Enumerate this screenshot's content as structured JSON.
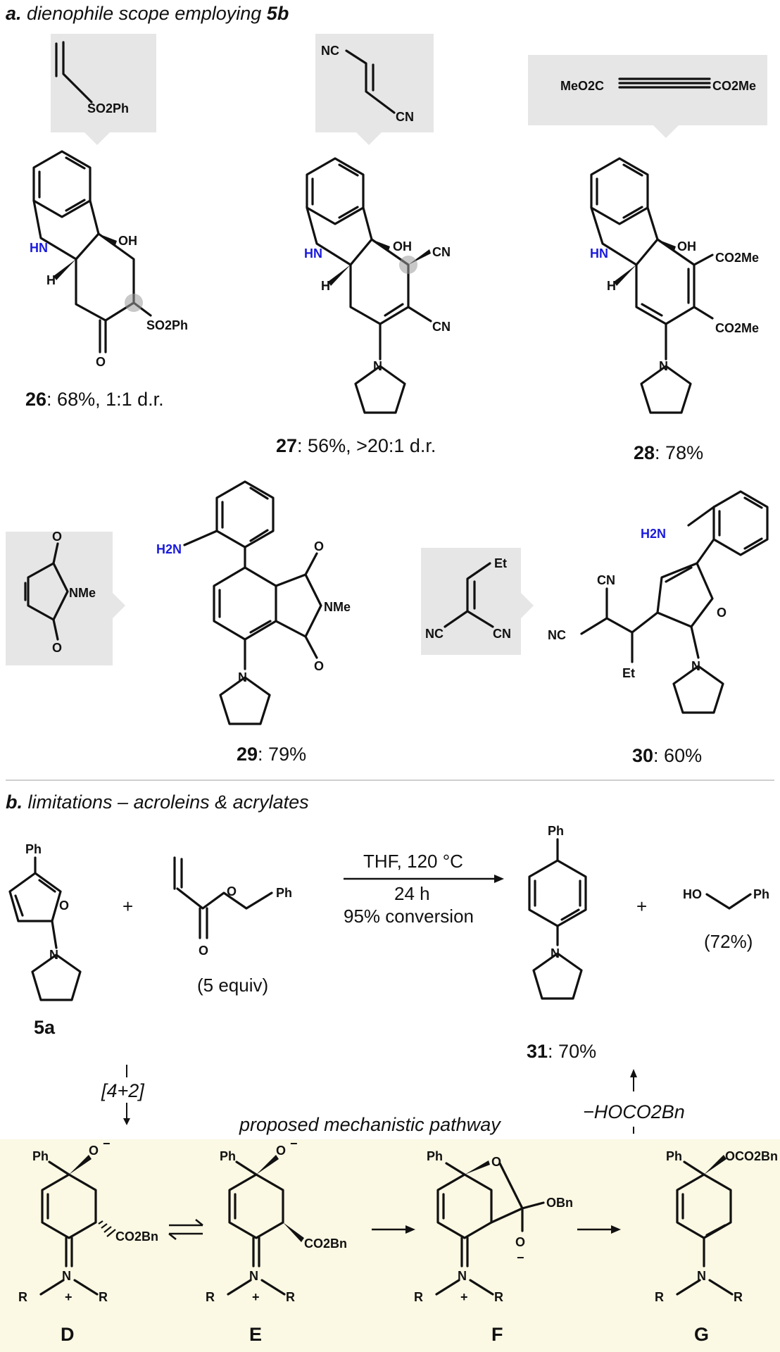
{
  "sections": {
    "a_letter": "a.",
    "a_title": "dienophile scope employing",
    "a_bold": "5b",
    "b_letter": "b.",
    "b_title": "limitations – acroleins & acrylates"
  },
  "reagents": {
    "vinylsulfone": "SO2Ph",
    "fumaronitrile_nc": "NC",
    "fumaronitrile_cn": "CN",
    "dmad_left": "MeO2C",
    "dmad_right": "CO2Me",
    "maleimide": "NMe",
    "ylidene_et": "Et",
    "ylidene_nc": "NC",
    "ylidene_cn": "CN"
  },
  "products": [
    {
      "id": "26",
      "result": ": 68%, 1:1 d.r."
    },
    {
      "id": "27",
      "result": ": 56%, >20:1 d.r."
    },
    {
      "id": "28",
      "result": ": 78%"
    },
    {
      "id": "29",
      "result": ": 79%"
    },
    {
      "id": "30",
      "result": ": 60%"
    }
  ],
  "atoms": {
    "HN": "HN",
    "H": "H",
    "OH": "OH",
    "O": "O",
    "N": "N",
    "SO2Ph": "SO2Ph",
    "CN": "CN",
    "CO2Me": "CO2Me",
    "H2N": "H2N",
    "NMe": "NMe",
    "NC": "NC",
    "Et": "Et",
    "Ph": "Ph",
    "HO": "HO",
    "OBn": "OBn",
    "CO2Bn": "CO2Bn",
    "OCO2Bn": "OCO2Bn",
    "R": "R",
    "plus_charge": "+",
    "minus": "−"
  },
  "reaction": {
    "plus": "+",
    "conditions_1": "THF, 120 °C",
    "conditions_2": "24 h",
    "conditions_3": "95% conversion",
    "equiv": "(5 equiv)",
    "start_label": "5a",
    "product_label": "31",
    "product_result": ": 70%",
    "byproduct_yield": "(72%)",
    "step_cycloaddition": "[4+2]",
    "step_elimination": "−HOCO2Bn",
    "pathway_title": "proposed mechanistic pathway"
  },
  "intermediates": [
    "D",
    "E",
    "F",
    "G"
  ]
}
